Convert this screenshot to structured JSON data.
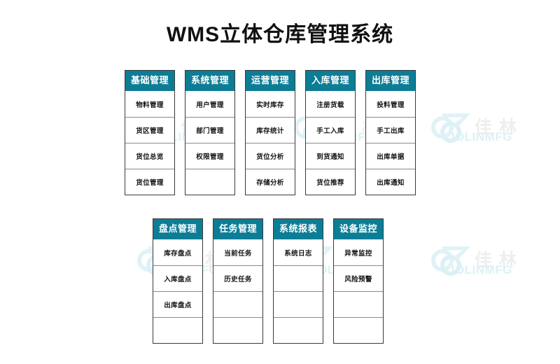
{
  "page": {
    "title": "WMS立体仓库管理系统",
    "accent_color": "#0d7d96",
    "header_text_color": "#ffffff",
    "background_color": "#ffffff",
    "card_border_color": "#3a3a3a",
    "item_divider_color": "#8a8a8a"
  },
  "watermark": {
    "chinese": "佳林",
    "english": "JOLINMFG",
    "logo_color": "#9fd6e8",
    "text_color": "#c9c9c9"
  },
  "rows": [
    {
      "cards": [
        {
          "header": "基础管理",
          "items": [
            "物料管理",
            "货区管理",
            "货位总览",
            "货位管理"
          ]
        },
        {
          "header": "系统管理",
          "items": [
            "用户管理",
            "部门管理",
            "权限管理",
            ""
          ]
        },
        {
          "header": "运营管理",
          "items": [
            "实时库存",
            "库存统计",
            "货位分析",
            "存储分析"
          ]
        },
        {
          "header": "入库管理",
          "items": [
            "注册货载",
            "手工入库",
            "到货通知",
            "货位推荐"
          ]
        },
        {
          "header": "出库管理",
          "items": [
            "投料管理",
            "手工出库",
            "出库单据",
            "出库通知"
          ]
        }
      ]
    },
    {
      "cards": [
        {
          "header": "盘点管理",
          "items": [
            "库存盘点",
            "入库盘点",
            "出库盘点",
            ""
          ]
        },
        {
          "header": "任务管理",
          "items": [
            "当前任务",
            "历史任务",
            "",
            ""
          ]
        },
        {
          "header": "系统报表",
          "items": [
            "系统日志",
            "",
            "",
            ""
          ]
        },
        {
          "header": "设备监控",
          "items": [
            "异常监控",
            "风险预警",
            "",
            ""
          ]
        }
      ]
    }
  ]
}
